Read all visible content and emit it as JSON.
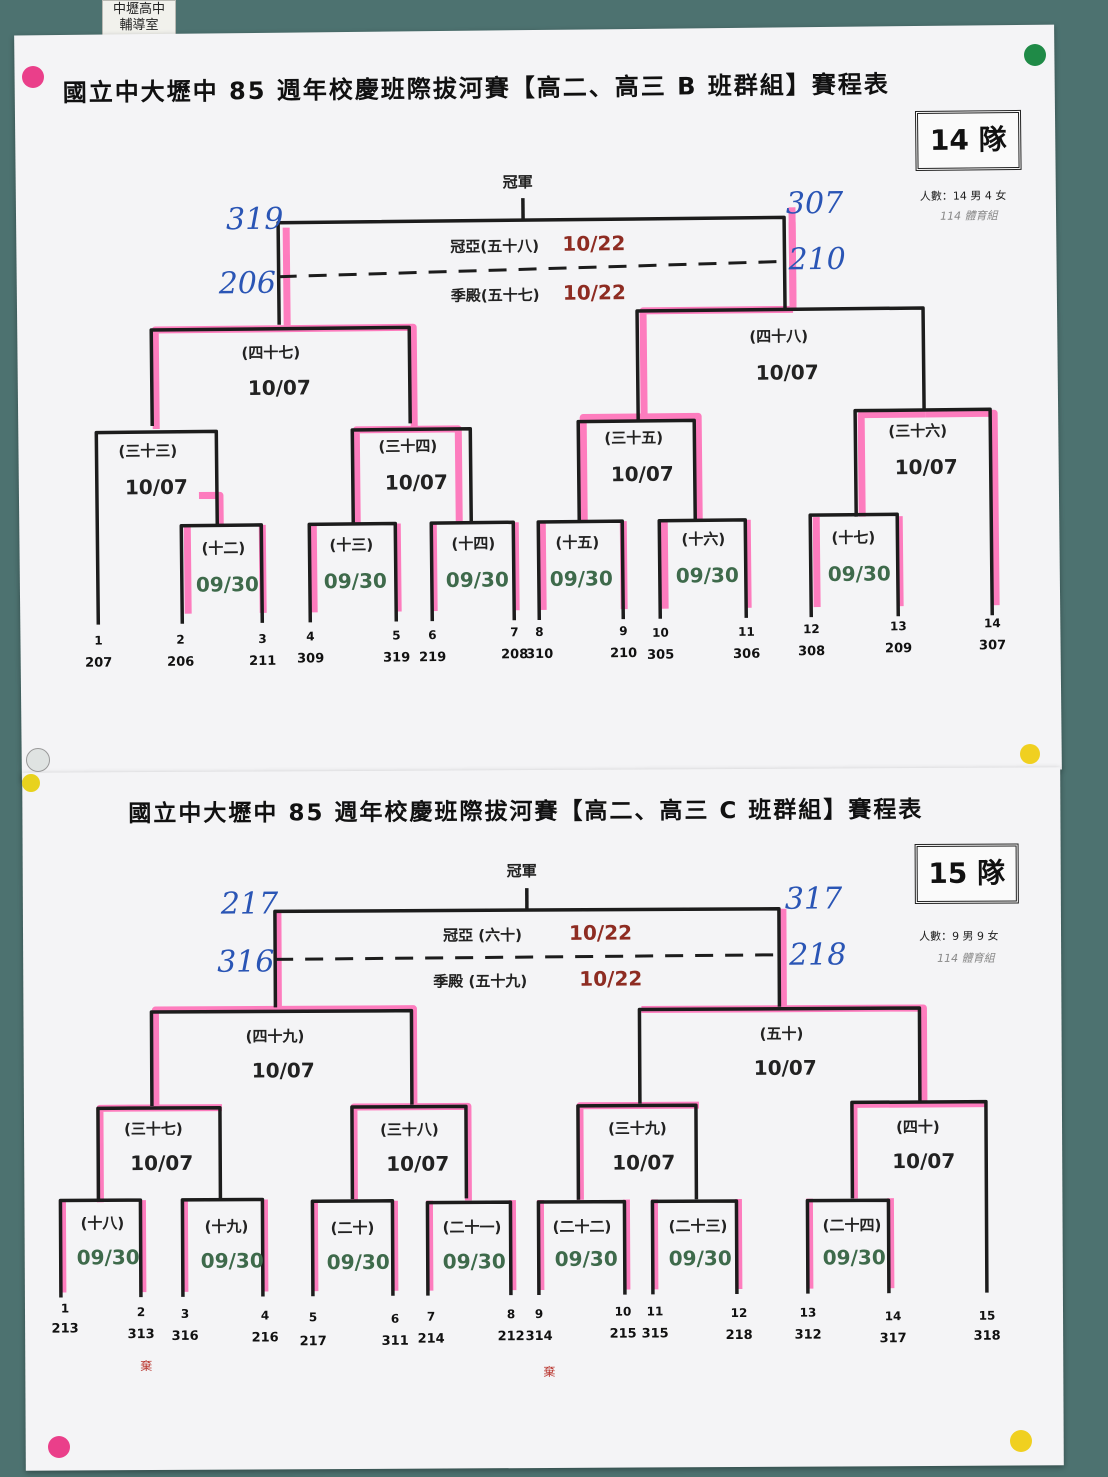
{
  "corner_sign": {
    "line1": "中壢高中",
    "line2": "輔導室"
  },
  "sheet_b": {
    "title": "國立中大壢中 85 週年校慶班際拔河賽【高二、高三 B 班群組】賽程表",
    "team_count": "14 隊",
    "people": "人數：14 男 4 女",
    "dept": "114 體育組",
    "champion": "冠軍",
    "final": {
      "code": "冠亞(五十八)",
      "date": "10/22"
    },
    "third": {
      "code": "季殿(五十七)",
      "date": "10/22"
    },
    "handwritten": {
      "left_top": "319",
      "left_bottom": "206",
      "right_top": "307",
      "right_bottom": "210"
    },
    "semis": [
      {
        "code": "(四十七)",
        "date": "10/07"
      },
      {
        "code": "(四十八)",
        "date": "10/07"
      }
    ],
    "quarters": [
      {
        "code": "(三十三)",
        "date": "10/07"
      },
      {
        "code": "(三十四)",
        "date": "10/07"
      },
      {
        "code": "(三十五)",
        "date": "10/07"
      },
      {
        "code": "(三十六)",
        "date": "10/07"
      }
    ],
    "first_round": [
      {
        "code": "(十二)",
        "date": "09/30"
      },
      {
        "code": "(十三)",
        "date": "09/30"
      },
      {
        "code": "(十四)",
        "date": "09/30"
      },
      {
        "code": "(十五)",
        "date": "09/30"
      },
      {
        "code": "(十六)",
        "date": "09/30"
      },
      {
        "code": "(十七)",
        "date": "09/30"
      }
    ],
    "seeds": [
      {
        "n": "1",
        "cls": "207"
      },
      {
        "n": "2",
        "cls": "206"
      },
      {
        "n": "3",
        "cls": "211"
      },
      {
        "n": "4",
        "cls": "309"
      },
      {
        "n": "5",
        "cls": "319"
      },
      {
        "n": "6",
        "cls": "219"
      },
      {
        "n": "7",
        "cls": "208"
      },
      {
        "n": "8",
        "cls": "310"
      },
      {
        "n": "9",
        "cls": "210"
      },
      {
        "n": "10",
        "cls": "305"
      },
      {
        "n": "11",
        "cls": "306"
      },
      {
        "n": "12",
        "cls": "308"
      },
      {
        "n": "13",
        "cls": "209"
      },
      {
        "n": "14",
        "cls": "307"
      }
    ]
  },
  "sheet_c": {
    "title": "國立中大壢中 85 週年校慶班際拔河賽【高二、高三 C 班群組】賽程表",
    "team_count": "15 隊",
    "people": "人數：9 男 9 女",
    "dept": "114 體育組",
    "champion": "冠軍",
    "final": {
      "code": "冠亞 (六十)",
      "date": "10/22"
    },
    "third": {
      "code": "季殿 (五十九)",
      "date": "10/22"
    },
    "handwritten": {
      "left_top": "217",
      "left_bottom": "316",
      "right_top": "317",
      "right_bottom": "218",
      "forfeit": "棄"
    },
    "semis": [
      {
        "code": "(四十九)",
        "date": "10/07"
      },
      {
        "code": "(五十)",
        "date": "10/07"
      }
    ],
    "quarters": [
      {
        "code": "(三十七)",
        "date": "10/07"
      },
      {
        "code": "(三十八)",
        "date": "10/07"
      },
      {
        "code": "(三十九)",
        "date": "10/07"
      },
      {
        "code": "(四十)",
        "date": "10/07"
      }
    ],
    "first_round": [
      {
        "code": "(十八)",
        "date": "09/30"
      },
      {
        "code": "(十九)",
        "date": "09/30"
      },
      {
        "code": "(二十)",
        "date": "09/30"
      },
      {
        "code": "(二十一)",
        "date": "09/30"
      },
      {
        "code": "(二十二)",
        "date": "09/30"
      },
      {
        "code": "(二十三)",
        "date": "09/30"
      },
      {
        "code": "(二十四)",
        "date": "09/30"
      }
    ],
    "seeds": [
      {
        "n": "1",
        "cls": "213"
      },
      {
        "n": "2",
        "cls": "313"
      },
      {
        "n": "3",
        "cls": "316"
      },
      {
        "n": "4",
        "cls": "216"
      },
      {
        "n": "5",
        "cls": "217"
      },
      {
        "n": "6",
        "cls": "311"
      },
      {
        "n": "7",
        "cls": "214"
      },
      {
        "n": "8",
        "cls": "212"
      },
      {
        "n": "9",
        "cls": "314"
      },
      {
        "n": "10",
        "cls": "215"
      },
      {
        "n": "11",
        "cls": "315"
      },
      {
        "n": "12",
        "cls": "218"
      },
      {
        "n": "13",
        "cls": "312"
      },
      {
        "n": "14",
        "cls": "317"
      },
      {
        "n": "15",
        "cls": "318"
      }
    ]
  },
  "colors": {
    "pink": "#ff70b8",
    "line": "#1c1c1c",
    "green": "#3e6a4b",
    "red": "#8e2c22",
    "blue_ink": "#2a55b5"
  }
}
